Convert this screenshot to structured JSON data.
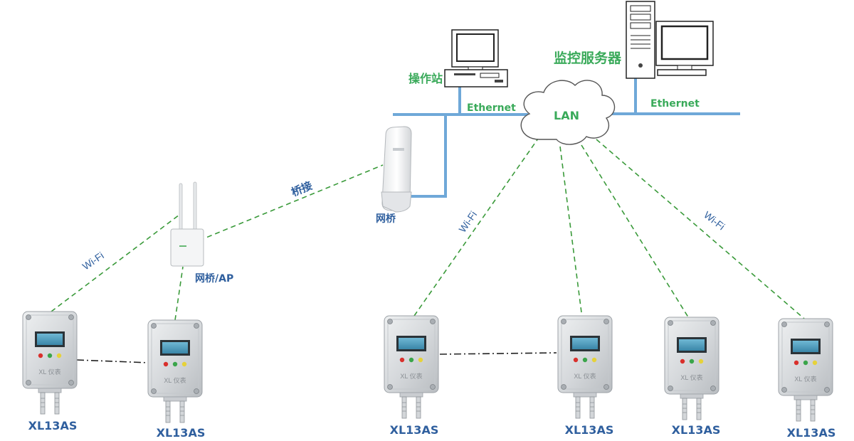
{
  "labels": {
    "operator_station": "操作站",
    "monitor_server": "监控服务器",
    "ethernet_left": "Ethernet",
    "ethernet_right": "Ethernet",
    "lan": "LAN",
    "bridge_link": "桥接",
    "bridge": "网桥",
    "bridge_ap": "网桥/AP",
    "wifi_left": "Wi-Fi",
    "wifi_center": "Wi-Fi",
    "wifi_right": "Wi-Fi"
  },
  "devices": [
    {
      "model": "XL13AS",
      "brand": "XL 仪表"
    },
    {
      "model": "XL13AS",
      "brand": "XL 仪表"
    },
    {
      "model": "XL13AS",
      "brand": "XL 仪表"
    },
    {
      "model": "XL13AS",
      "brand": "XL 仪表"
    },
    {
      "model": "XL13AS",
      "brand": "XL 仪表"
    },
    {
      "model": "XL13AS",
      "brand": "XL 仪表"
    }
  ],
  "colors": {
    "ethernet_line": "#6fa8d8",
    "wifi_line": "#3a9a3a",
    "green_text": "#3aaa5a",
    "blue_text": "#2f5f9e",
    "device_body": "#d9dcdf",
    "screen": "#4d9fbf"
  }
}
